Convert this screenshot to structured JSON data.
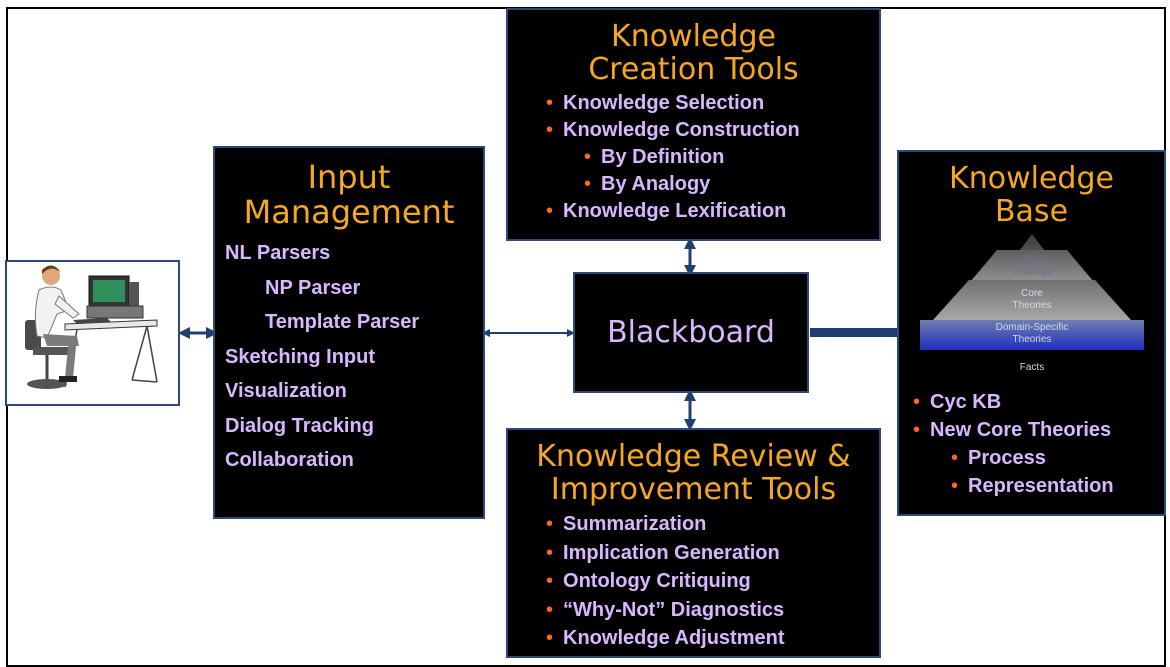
{
  "input_management": {
    "title_line1": "Input",
    "title_line2": "Management",
    "items": [
      {
        "label": "NL Parsers",
        "level": 0
      },
      {
        "label": "NP Parser",
        "level": 1
      },
      {
        "label": "Template Parser",
        "level": 1
      },
      {
        "label": "Sketching Input",
        "level": 0
      },
      {
        "label": "Visualization",
        "level": 0
      },
      {
        "label": "Dialog Tracking",
        "level": 0
      },
      {
        "label": "Collaboration",
        "level": 0
      }
    ]
  },
  "knowledge_creation": {
    "title_line1": "Knowledge",
    "title_line2": "Creation Tools",
    "items": [
      {
        "label": "Knowledge Selection",
        "level": 0
      },
      {
        "label": "Knowledge Construction",
        "level": 0
      },
      {
        "label": "By Definition",
        "level": 1
      },
      {
        "label": "By Analogy",
        "level": 1
      },
      {
        "label": "Knowledge Lexification",
        "level": 0
      }
    ]
  },
  "blackboard": {
    "title": "Blackboard"
  },
  "knowledge_review": {
    "title_line1": "Knowledge Review &",
    "title_line2": "Improvement Tools",
    "items": [
      {
        "label": "Summarization",
        "level": 0
      },
      {
        "label": "Implication Generation",
        "level": 0
      },
      {
        "label": "Ontology Critiquing",
        "level": 0
      },
      {
        "label": "“Why-Not” Diagnostics",
        "level": 0
      },
      {
        "label": "Knowledge Adjustment",
        "level": 0
      }
    ]
  },
  "knowledge_base": {
    "title_line1": "Knowledge",
    "title_line2": "Base",
    "pyramid": {
      "upper_line1": "Upper",
      "upper_line2": "Ontology",
      "core_line1": "Core",
      "core_line2": "Theories",
      "domain_line1": "Domain-Specific",
      "domain_line2": "Theories",
      "facts": "Facts"
    },
    "items": [
      {
        "label": "Cyc KB",
        "level": 0
      },
      {
        "label": "New Core Theories",
        "level": 0
      },
      {
        "label": "Process",
        "level": 1
      },
      {
        "label": "Representation",
        "level": 1
      }
    ]
  },
  "colors": {
    "title": "#f5a623",
    "item": "#d7b8ff",
    "bullet": "#ff6a1a",
    "box_bg": "#000000",
    "connector": "#1f3f6e"
  }
}
